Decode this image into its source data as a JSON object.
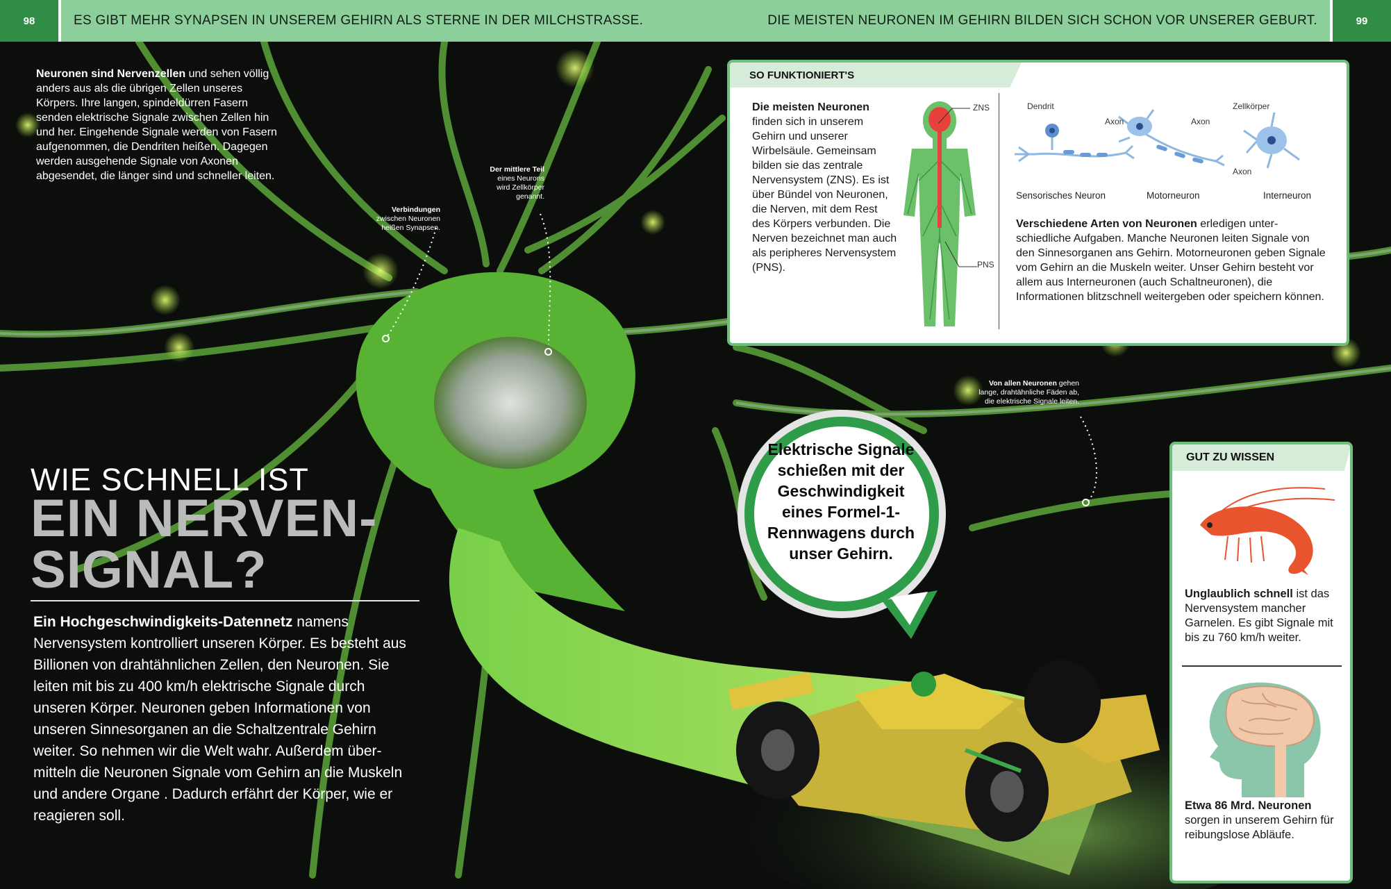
{
  "header": {
    "page_left": "98",
    "page_right": "99",
    "fact_left": "ES GIBT MEHR SYNAPSEN IN UNSEREM GEHIRN ALS STERNE IN DER MILCHSTRASSE.",
    "fact_right": "DIE MEISTEN NEURONEN IM GEHIRN BILDEN SICH SCHON VOR UNSERER GEBURT."
  },
  "intro": {
    "bold": "Neuronen sind Nervenzellen",
    "text": " und sehen völlig anders aus als die übrigen Zellen unseres Körpers. Ihre langen, spindel­dürren Fasern senden elektrische Signale zwischen Zellen hin und her. Eingehende Signale werden von Fasern aufgenommen, die Dendriten heißen. Dagegen werden ausgehende Signale von Axonen abgesendet, die länger sind und schneller leiten."
  },
  "callouts": {
    "synapse_bold": "Verbindungen",
    "synapse_text": "zwischen Neuronen heißen Synapsen.",
    "cell_bold": "Der mittlere Teil",
    "cell_text": "eines Neurons wird Zellkörper genannt.",
    "axon_bold": "Von allen Neuronen",
    "axon_text": "gehen lange, draht­ähnliche Fäden ab, die elektrische Signale leiten."
  },
  "headline": {
    "small": "WIE SCHNELL IST",
    "big_line1": "EIN NERVEN-",
    "big_line2": "SIGNAL?"
  },
  "body": {
    "bold": "Ein Hochgeschwindigkeits-Datennetz",
    "text": " namens Nervensystem kontrolliert unseren Körper. Es besteht aus Billionen von drahtähnlichen Zellen, den Neuronen. Sie leiten mit bis zu 400 km/h elektrische Signale durch unseren Körper. Neuronen geben Informationen von unseren Sinnes­organen an die Schaltzentrale Gehirn weiter. So nehmen wir die Welt wahr. Außerdem über­mitteln die Neuronen Signale vom Gehirn an die Muskeln und andere Organe . Dadurch erfährt der Körper, wie er reagieren soll."
  },
  "bubble": {
    "text": "Elektrische Signale schießen mit der Geschwindigkeit eines Formel-1-Renn­wagens durch unser Gehirn."
  },
  "so_funktionierts": {
    "title": "SO FUNKTIONIERT'S",
    "col1_bold": "Die meisten Neuronen",
    "col1_text": " finden sich in unserem Gehirn und unserer Wirbelsäule. Gemeinsam bilden sie das zentrale Nervensystem (ZNS). Es ist über Bündel von Neuronen, die Nerven, mit dem Rest des Körpers verbunden. Die Nerven bezeichnet man auch als peri­pheres Nerven­system (PNS).",
    "label_zns": "ZNS",
    "label_pns": "PNS",
    "label_dendrit": "Dendrit",
    "label_axon": "Axon",
    "label_zellkoerper": "Zellkörper",
    "neuron_sensory": "Sensorisches Neuron",
    "neuron_motor": "Motorneuron",
    "neuron_inter": "Interneuron",
    "col2_bold": "Verschiedene Arten von Neuronen",
    "col2_text": " erledigen unter­schiedliche Aufgaben. Manche Neuronen leiten Signale von den Sinnesorganen ans Gehirn. Motor­neuronen geben Signale vom Gehirn an die Muskeln weiter. Unser Gehirn besteht vor allem aus Inter­neuronen (auch Schaltneuronen), die Informationen blitzschnell weitergeben oder speichern können."
  },
  "gut_zu_wissen": {
    "title": "GUT ZU WISSEN",
    "fact1_bold": "Unglaublich schnell",
    "fact1_text": " ist das Nervensystem mancher Garnelen. Es gibt Signale mit bis zu 760 km/h weiter.",
    "fact2_bold": "Etwa 86 Mrd. Neuronen",
    "fact2_text": " sorgen in unserem Gehirn für reibungslose Abläufe."
  }
}
